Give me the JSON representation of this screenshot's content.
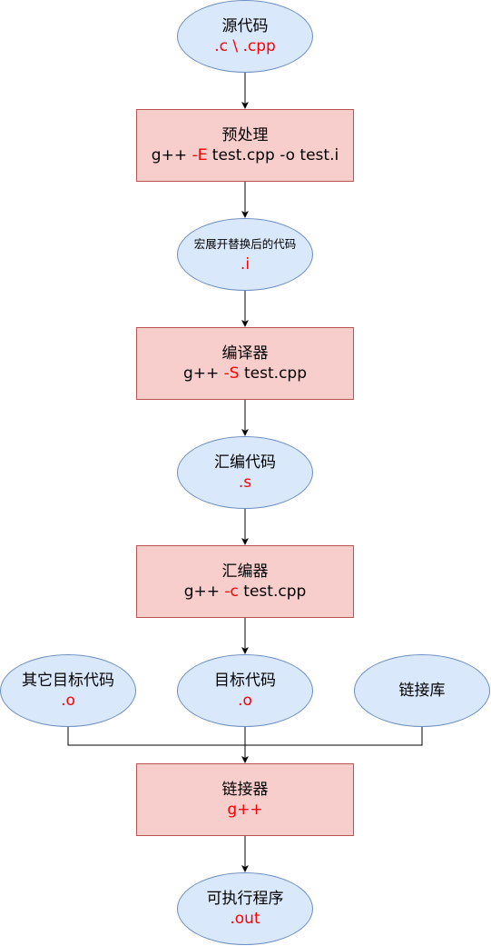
{
  "colors": {
    "ellipse_fill": "#dae8fc",
    "ellipse_stroke": "#6c8ebf",
    "rect_fill": "#f8cecc",
    "rect_stroke": "#b85450",
    "highlight_text": "#ff0000"
  },
  "nodes": {
    "source": {
      "title": "源代码",
      "ext": ".c \\ .cpp"
    },
    "preprocess": {
      "title": "预处理",
      "cmd_prefix": "g++ ",
      "flag": "-E",
      "cmd_suffix": " test.cpp -o test.i"
    },
    "expanded": {
      "title": "宏展开替换后的代码",
      "ext": ".i"
    },
    "compiler": {
      "title": "编译器",
      "cmd_prefix": "g++ ",
      "flag": "-S",
      "cmd_suffix": " test.cpp"
    },
    "assembly": {
      "title": "汇编代码",
      "ext": ".s"
    },
    "assembler": {
      "title": "汇编器",
      "cmd_prefix": "g++ ",
      "flag": "-c",
      "cmd_suffix": " test.cpp"
    },
    "other_objects": {
      "title": "其它目标代码",
      "ext": ".o"
    },
    "object": {
      "title": "目标代码",
      "ext": ".o"
    },
    "libraries": {
      "title": "链接库"
    },
    "linker": {
      "title": "链接器",
      "cmd": "g++"
    },
    "executable": {
      "title": "可执行程序",
      "ext": ".out"
    }
  }
}
